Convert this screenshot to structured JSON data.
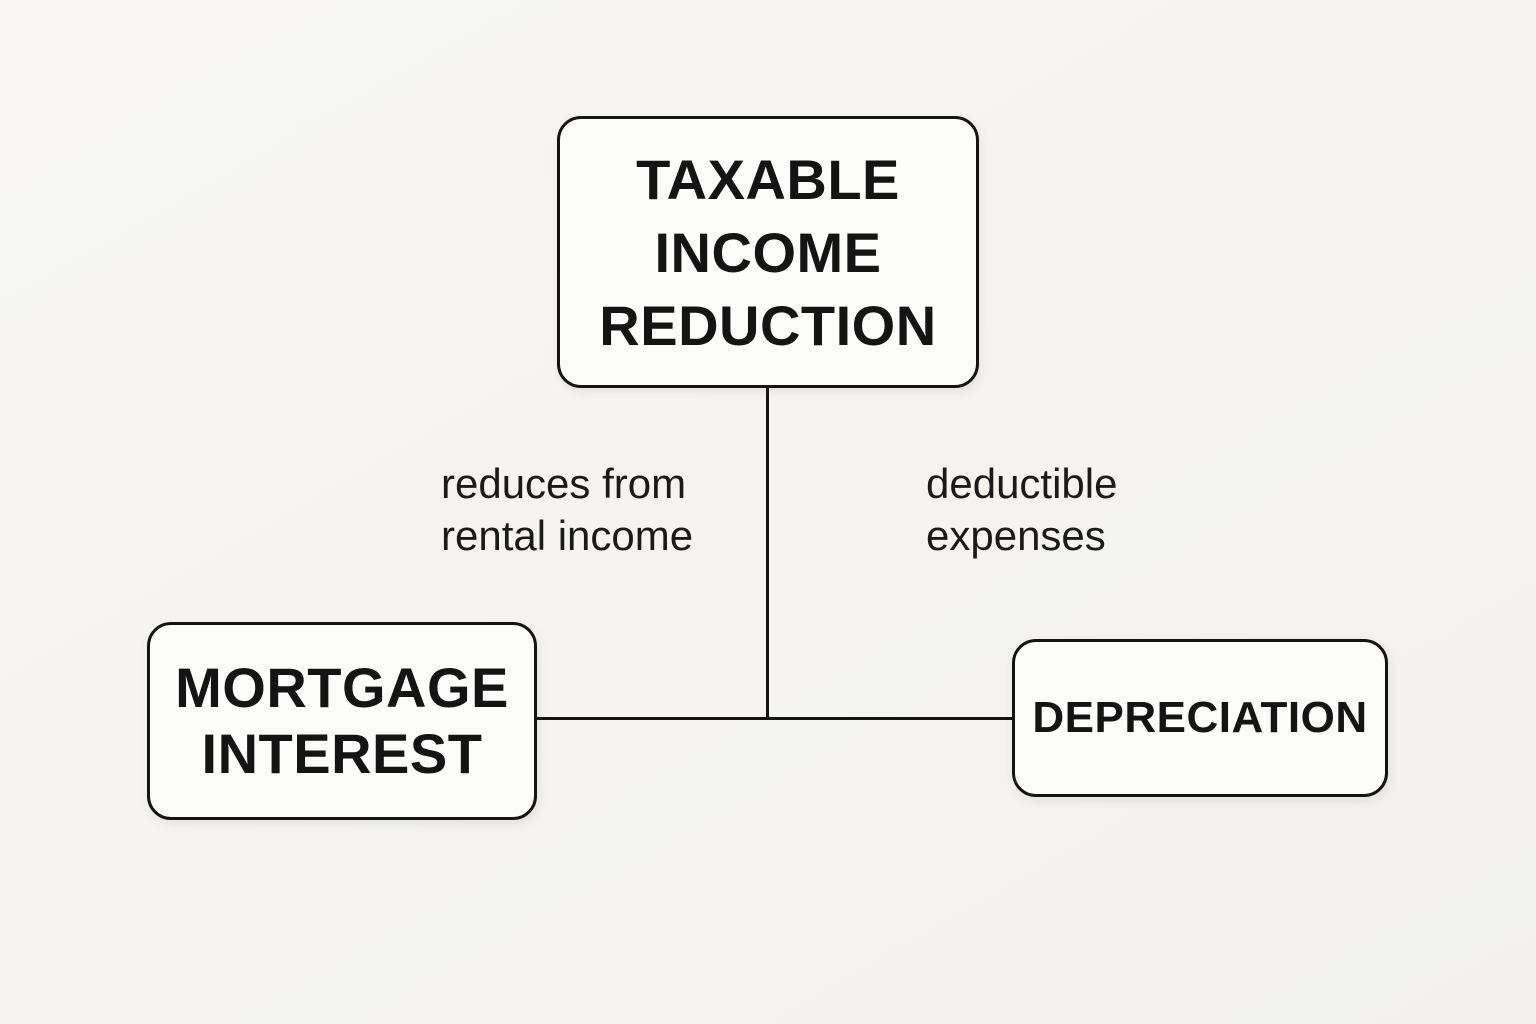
{
  "diagram": {
    "nodes": {
      "taxable_income_reduction": {
        "label": "TAXABLE INCOME REDUCTION"
      },
      "mortgage_interest": {
        "label": "MORTGAGE INTEREST"
      },
      "depreciation": {
        "label": "DEPRECIATION"
      }
    },
    "edges": {
      "mortgage_to_taxable": {
        "label_line1": "reduces from",
        "label_line2": "rental income"
      },
      "depreciation_to_taxable": {
        "label_line1": "deductible",
        "label_line2": "expenses"
      }
    },
    "colors": {
      "background": "#f5f4f1",
      "node_fill": "#fcfcfb",
      "stroke": "#141414",
      "text": "#141414"
    }
  }
}
